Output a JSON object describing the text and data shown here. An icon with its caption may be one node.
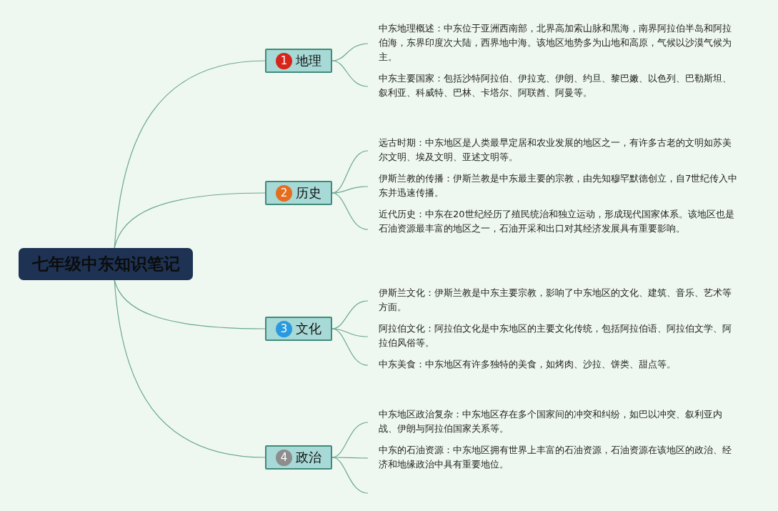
{
  "diagram": {
    "nodes": [
      {
        "text": [
          "七年级中东知识笔记"
        ]
      },
      {
        "text": [
          "1",
          "地理"
        ]
      },
      {
        "text": [
          "2",
          "历史"
        ]
      },
      {
        "text": [
          "3",
          "文化"
        ]
      },
      {
        "text": [
          "4",
          "政治"
        ]
      },
      {
        "text": [
          "中东地理概述：中东位于亚洲西南部，北界高加索山脉和黑海，南界阿拉伯半岛和阿拉伯海，东界印度次大陆，西界地中海。该地区地势多为山地和高原，气候以沙漠气候为主。"
        ]
      },
      {
        "text": [
          "中东主要国家：包括沙特阿拉伯、伊拉克、伊朗、约旦、黎巴嫩、以色列、巴勒斯坦、叙利亚、科威特、巴林、卡塔尔、阿联酋、阿曼等。"
        ]
      },
      {
        "text": [
          "远古时期：中东地区是人类最早定居和农业发展的地区之一，有许多古老的文明如苏美尔文明、埃及文明、亚述文明等。"
        ]
      },
      {
        "text": [
          "伊斯兰教的传播：伊斯兰教是中东最主要的宗教，由先知穆罕默德创立，自7世纪传入中东并迅速传播。"
        ]
      },
      {
        "text": [
          "近代历史：中东在20世纪经历了殖民统治和独立运动，形成现代国家体系。该地区也是石油资源最丰富的地区之一，石油开采和出口对其经济发展具有重要影响。"
        ]
      },
      {
        "text": [
          "伊斯兰文化：伊斯兰教是中东主要宗教，影响了中东地区的文化、建筑、音乐、艺术等方面。"
        ]
      },
      {
        "text": [
          "阿拉伯文化：阿拉伯文化是中东地区的主要文化传统，包括阿拉伯语、阿拉伯文学、阿拉伯风俗等。"
        ]
      },
      {
        "text": [
          "中东美食：中东地区有许多独特的美食，如烤肉、沙拉、饼类、甜点等。"
        ]
      },
      {
        "text": [
          "中东地区政治复杂：中东地区存在多个国家间的冲突和纠纷，如巴以冲突、叙利亚内战、伊朗与阿拉伯国家关系等。"
        ]
      },
      {
        "text": [
          "中东的石油资源：中东地区拥有世界上丰富的石油资源，石油资源在该地区的政治、经济和地缘政治中具有重要地位。"
        ]
      }
    ],
    "edges": [
      {
        "from": 0,
        "to": 1,
        "arrow": "none"
      },
      {
        "from": 0,
        "to": 2,
        "arrow": "none"
      },
      {
        "from": 0,
        "to": 3,
        "arrow": "none"
      },
      {
        "from": 0,
        "to": 4,
        "arrow": "none"
      },
      {
        "from": 1,
        "to": 5,
        "arrow": "none"
      },
      {
        "from": 1,
        "to": 6,
        "arrow": "none"
      },
      {
        "from": 2,
        "to": 7,
        "arrow": "none"
      },
      {
        "from": 2,
        "to": 8,
        "arrow": "none"
      },
      {
        "from": 2,
        "to": 9,
        "arrow": "none"
      },
      {
        "from": 3,
        "to": 10,
        "arrow": "none"
      },
      {
        "from": 3,
        "to": 11,
        "arrow": "none"
      },
      {
        "from": 3,
        "to": 12,
        "arrow": "none"
      },
      {
        "from": 4,
        "to": 13,
        "arrow": "none"
      },
      {
        "from": 4,
        "to": 14,
        "arrow": "none"
      },
      {
        "from": 4,
        "to": null,
        "arrow": "none"
      }
    ]
  }
}
